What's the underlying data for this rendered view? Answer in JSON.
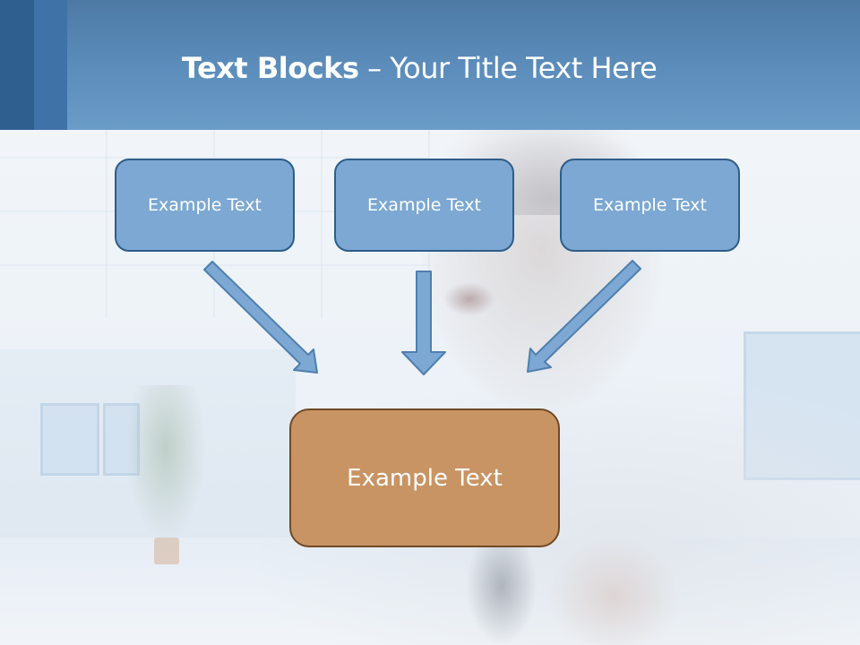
{
  "slide": {
    "title_bold": "Text Blocks",
    "title_rest": " – Your Title Text Here"
  },
  "diagram": {
    "source_boxes": [
      "Example Text",
      "Example Text",
      "Example Text"
    ],
    "target_box": "Example Text"
  },
  "colors": {
    "title_band": "#5b8cba",
    "source_box_fill": "#7ca8d3",
    "source_box_border": "#2d5d8a",
    "target_box_fill": "#c99463",
    "target_box_border": "#6f4a25",
    "arrow_fill": "#7ca8d3"
  }
}
